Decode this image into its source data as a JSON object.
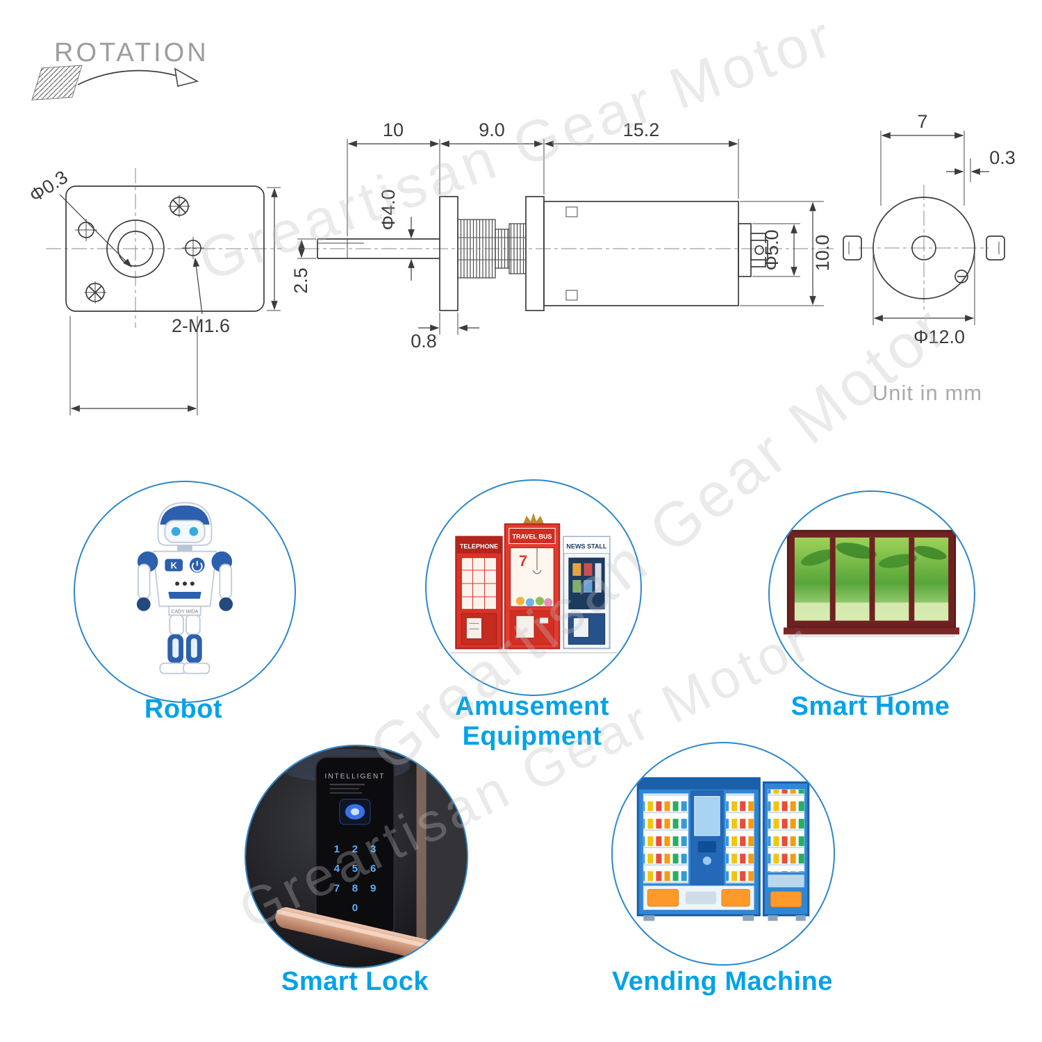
{
  "watermark": {
    "text": "Greartisan Gear Motor"
  },
  "rotation": {
    "label": "ROTATION"
  },
  "drawing": {
    "unit_note": "Unit in mm",
    "dims": {
      "hole_dia": "Φ0.3",
      "thread": "2-M1.6",
      "shaft_len": "10",
      "gearbox_len": "9.0",
      "motor_len": "15.2",
      "shaft_dia": "Φ4.0",
      "shaft_flat": "2.5",
      "plate_thk": "0.8",
      "boss_dia": "Φ5.0",
      "body_height": "10.0",
      "rear_width": "7",
      "tab_thk": "0.3",
      "body_dia": "Φ12.0"
    }
  },
  "applications": [
    {
      "id": "robot",
      "label": "Robot"
    },
    {
      "id": "amusement-equipment",
      "label": "Amusement Equipment"
    },
    {
      "id": "smart-home",
      "label": "Smart Home"
    },
    {
      "id": "smart-lock",
      "label": "Smart Lock"
    },
    {
      "id": "vending-machine",
      "label": "Vending Machine"
    }
  ],
  "artwork": {
    "robot": {
      "chest_badge": "K",
      "waist_text": "CADY WIDA"
    },
    "amusement": {
      "left_sign": "TELEPHONE",
      "middle_sign": "TRAVEL BUS",
      "right_sign": "NEWS STALL",
      "middle_digit": "7"
    },
    "smart_lock": {
      "brand": "INTELLIGENT",
      "keypad": [
        "1",
        "2",
        "3",
        "4",
        "5",
        "6",
        "7",
        "8",
        "9",
        "0"
      ]
    }
  },
  "colors": {
    "app_label_blue": "#00A2E8",
    "circle_border_blue": "#2D87C9",
    "drawing_line_gray": "#3C3C3C",
    "muted_text_gray": "#9C9C9C"
  }
}
